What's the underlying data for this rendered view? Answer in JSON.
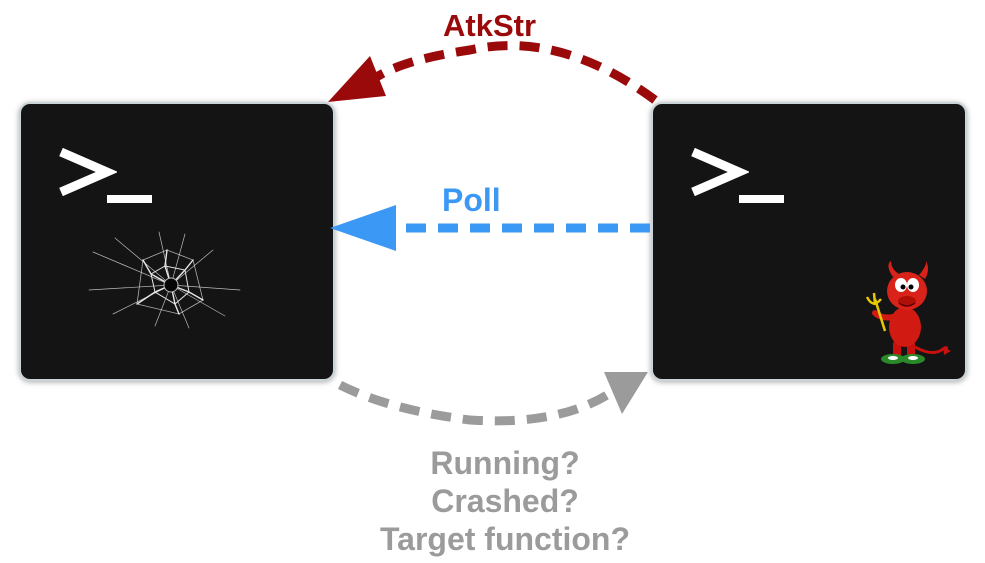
{
  "diagram": {
    "nodes": [
      {
        "id": "target",
        "icon": "terminal-prompt-icon",
        "overlay": "cracked-glass-icon"
      },
      {
        "id": "fuzzer",
        "icon": "terminal-prompt-icon",
        "overlay": "freebsd-daemon-icon"
      }
    ],
    "edges": {
      "atkstr": {
        "label": "AtkStr",
        "from": "fuzzer",
        "to": "target",
        "color": "#9b0a0a",
        "style": "dashed"
      },
      "poll": {
        "label": "Poll",
        "from": "fuzzer",
        "to": "target",
        "color": "#3b99f5",
        "style": "dashed"
      },
      "status": {
        "from": "target",
        "to": "fuzzer",
        "color": "#9b9b9b",
        "style": "dashed",
        "questions": [
          "Running?",
          "Crashed?",
          "Target function?"
        ]
      }
    }
  }
}
